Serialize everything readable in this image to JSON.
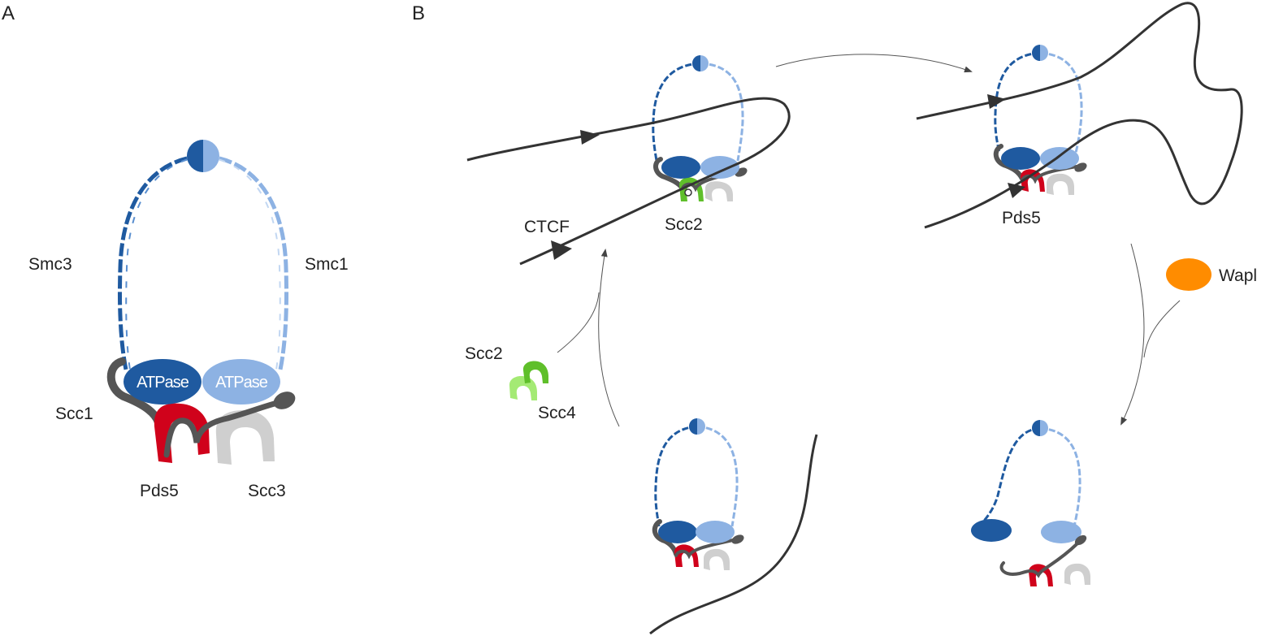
{
  "panels": {
    "a": "A",
    "b": "B"
  },
  "panel_a": {
    "smc3": "Smc3",
    "smc1": "Smc1",
    "atpase_left": "ATPase",
    "atpase_right": "ATPase",
    "scc1": "Scc1",
    "pds5": "Pds5",
    "scc3": "Scc3"
  },
  "panel_b": {
    "ctcf": "CTCF",
    "scc2_loading": "Scc2",
    "scc2_free": "Scc2",
    "scc4": "Scc4",
    "pds5": "Pds5",
    "wapl": "Wapl"
  },
  "colors": {
    "smc3_dark_blue": "#1f5aa0",
    "smc1_light_blue": "#8db2e3",
    "kleisin_gray": "#555555",
    "pds5_red": "#d0021b",
    "scc3_light_gray": "#cfcfcf",
    "scc2_green": "#5fbf2a",
    "scc4_light_green": "#a4ea74",
    "wapl_orange": "#ff8c00",
    "dna_dark": "#333333",
    "arrow_gray": "#555555"
  }
}
